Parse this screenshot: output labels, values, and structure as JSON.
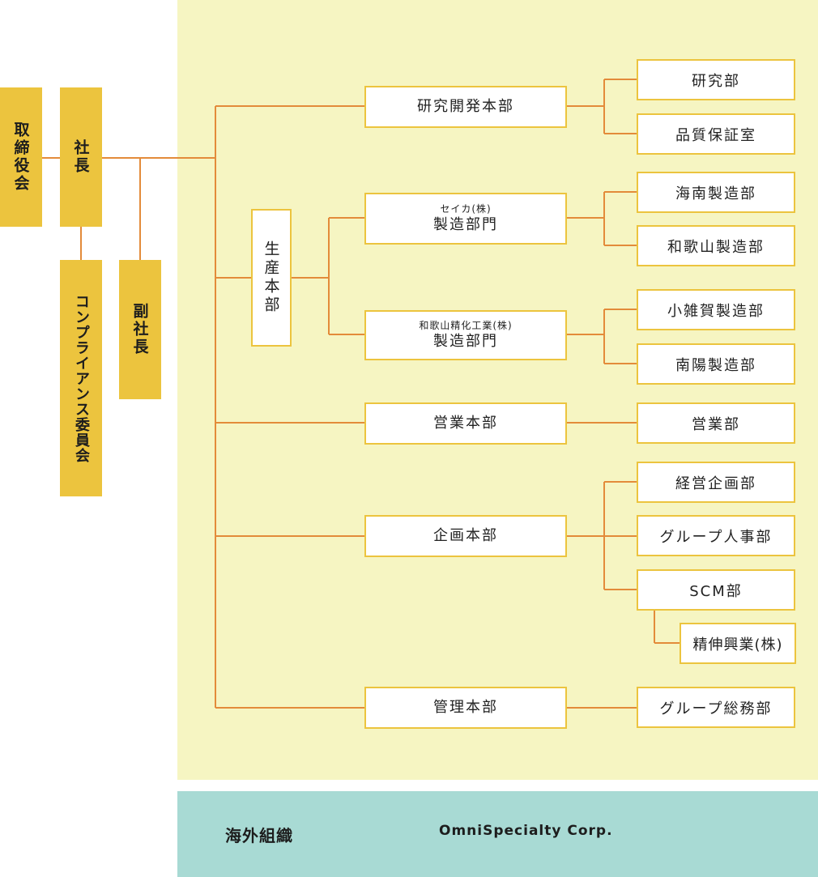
{
  "colors": {
    "domestic_bg": "#f6f5c2",
    "overseas_bg": "#a8dad4",
    "yellow": "#ecc43e",
    "line": "#e38b3a"
  },
  "board": "取締役会",
  "president": "社長",
  "compliance": "コンプライアンス委員会",
  "vice_president": "副社長",
  "production_hq": "生産本部",
  "hq": {
    "research": "研究開発本部",
    "seika_prefix": "セイカ(株)",
    "seika_main": "製造部門",
    "wakayama_prefix": "和歌山精化工業(株)",
    "wakayama_main": "製造部門",
    "sales": "営業本部",
    "planning": "企画本部",
    "admin": "管理本部"
  },
  "depts": {
    "research_dept": "研究部",
    "quality": "品質保証室",
    "kainan": "海南製造部",
    "wakayama": "和歌山製造部",
    "ozoka": "小雑賀製造部",
    "nanyo": "南陽製造部",
    "sales_dept": "営業部",
    "corp_planning": "経営企画部",
    "group_hr": "グループ人事部",
    "scm": "SCM部",
    "seishin": "精伸興業(株)",
    "group_general": "グループ総務部"
  },
  "overseas": {
    "label": "海外組織",
    "company": "OmniSpecialty Corp."
  }
}
